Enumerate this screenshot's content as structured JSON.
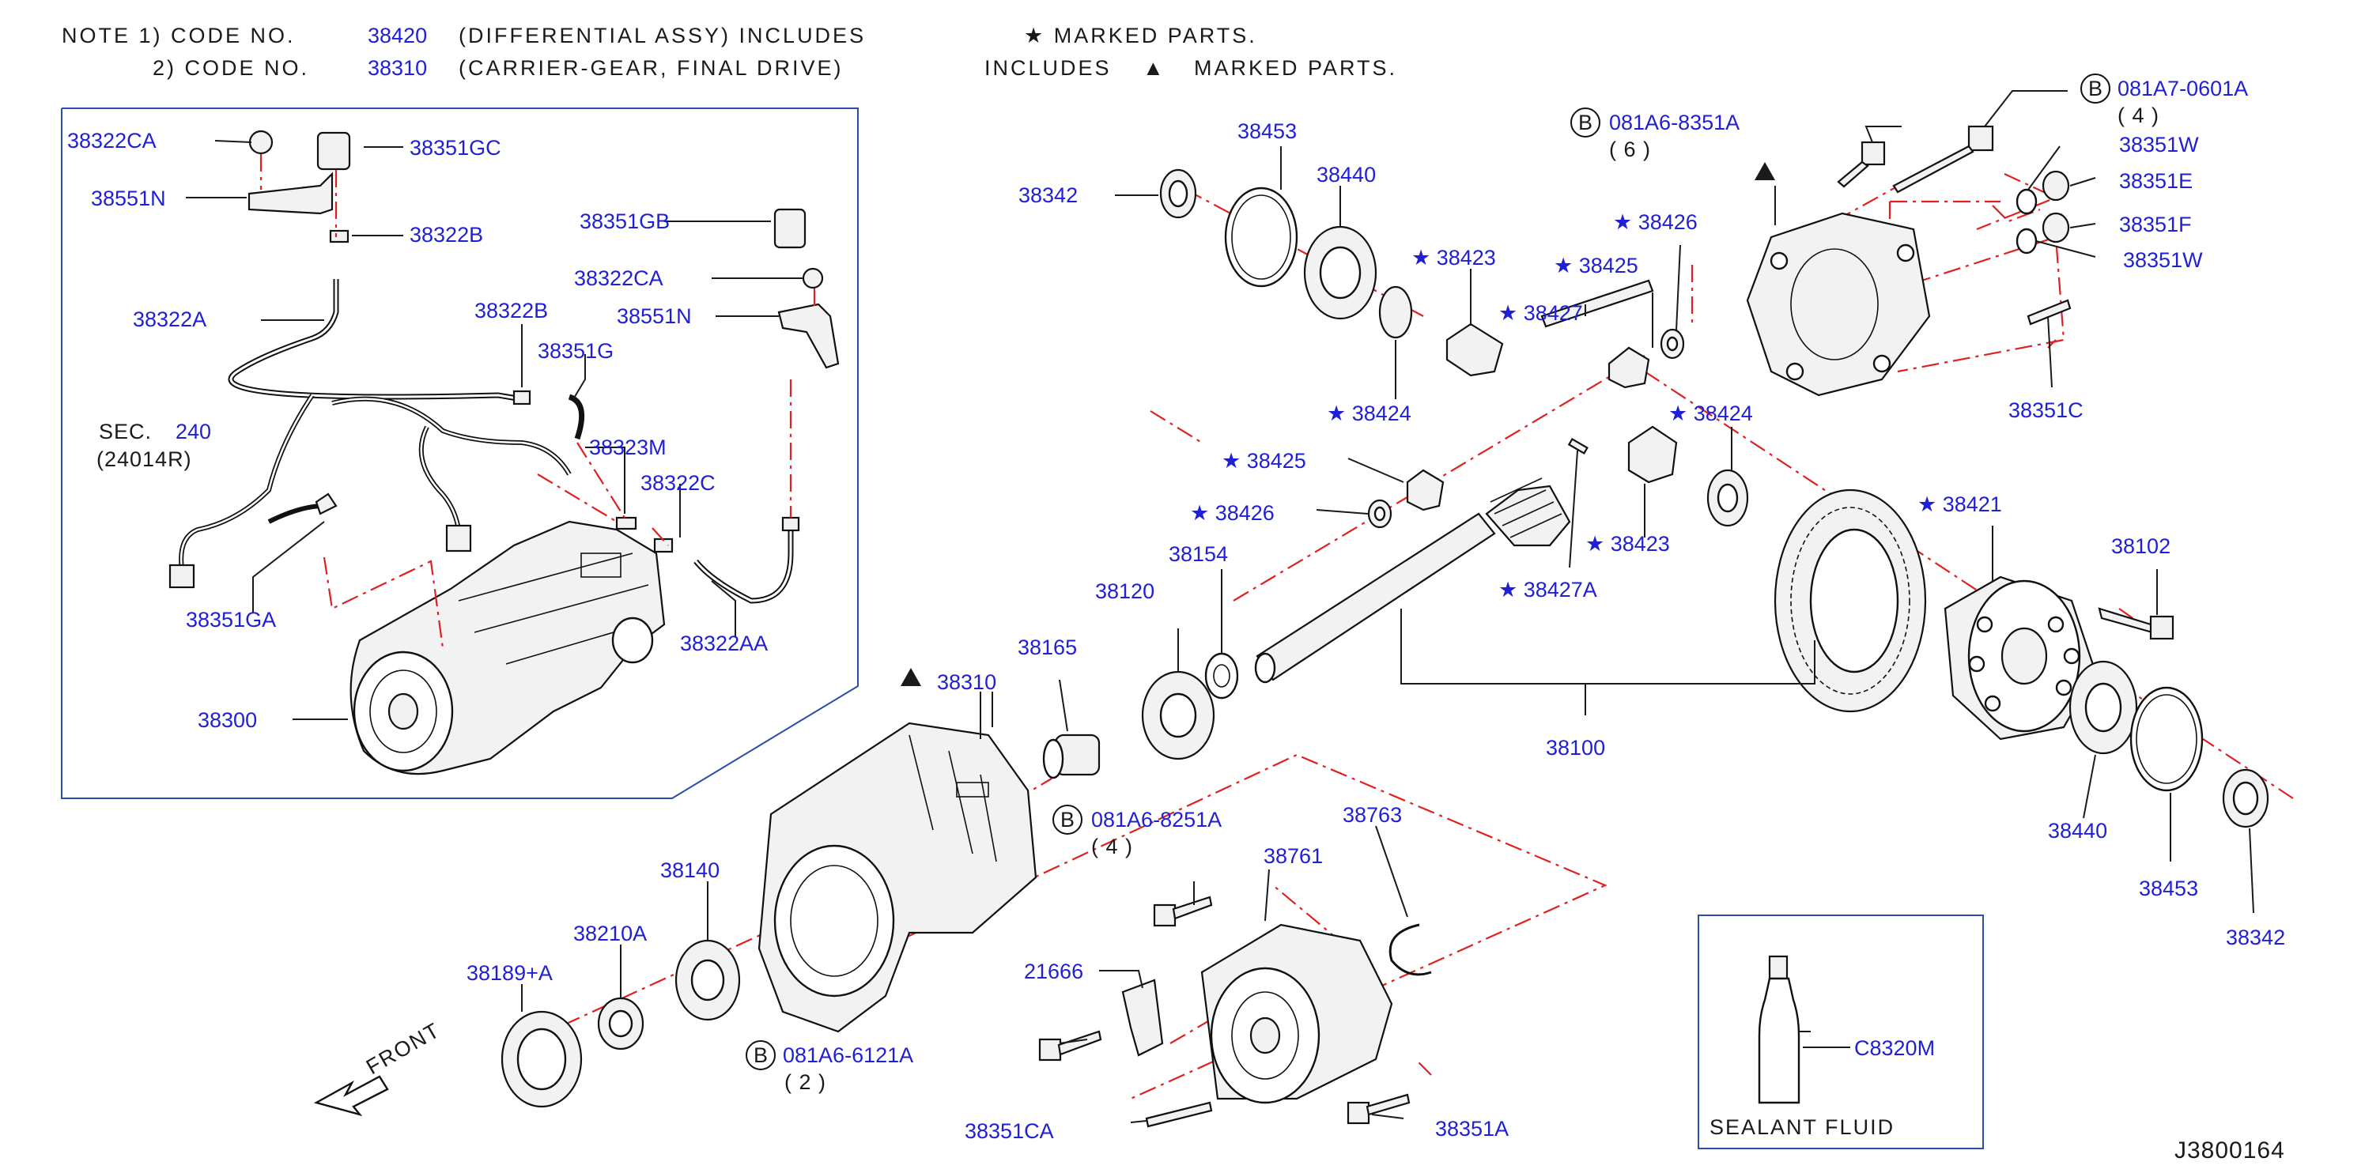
{
  "notes": {
    "note1_prefix": "NOTE 1) CODE NO.",
    "note1_code": "38420",
    "note1_text": "(DIFFERENTIAL ASSY) INCLUDES",
    "note1_marked": "★ MARKED PARTS.",
    "note2_prefix": "2) CODE NO.",
    "note2_code": "38310",
    "note2_text": "(CARRIER-GEAR, FINAL DRIVE)",
    "note2_includes": "INCLUDES",
    "note2_triangle": "▲",
    "note2_marked": "MARKED PARTS."
  },
  "inset": {
    "sec_prefix": "SEC.",
    "sec_number": "240",
    "sec_ref": "(24014R)",
    "labels": {
      "l38322CA_1": "38322CA",
      "l38351GC": "38351GC",
      "l38551N_1": "38551N",
      "l38322B_1": "38322B",
      "l38351GB": "38351GB",
      "l38322CA_2": "38322CA",
      "l38551N_2": "38551N",
      "l38322A": "38322A",
      "l38322B_2": "38322B",
      "l38351G": "38351G",
      "l38323M": "38323M",
      "l38322C": "38322C",
      "l38351GA": "38351GA",
      "l38322AA": "38322AA",
      "l38300": "38300"
    }
  },
  "labels": {
    "l38453_top": "38453",
    "l38440_top": "38440",
    "l38342_top": "38342",
    "l38423_top": "★ 38423",
    "l38425_top": "★ 38425",
    "l38426_top": "★ 38426",
    "l38427": "★ 38427",
    "l38424_left": "★ 38424",
    "l38424_right": "★ 38424",
    "l38425_mid": "★ 38425",
    "l38426_mid": "★ 38426",
    "l38423_mid": "★ 38423",
    "l38427A": "★ 38427A",
    "l38154": "38154",
    "l38120": "38120",
    "l38165": "38165",
    "l38310": "38310",
    "l38100": "38100",
    "l38421": "★ 38421",
    "l38102": "38102",
    "l38440_right": "38440",
    "l38453_right": "38453",
    "l38342_right": "38342",
    "l38140": "38140",
    "l38210A": "38210A",
    "l38189A": "38189+A",
    "l38761": "38761",
    "l38763": "38763",
    "l21666": "21666",
    "l38351CA": "38351CA",
    "l38351A": "38351A",
    "l38351W_1": "38351W",
    "l38351E": "38351E",
    "l38351F": "38351F",
    "l38351W_2": "38351W",
    "l38351C": "38351C",
    "front": "FRONT"
  },
  "bolts": {
    "b8351_code": "081A6-8351A",
    "b8351_qty": "( 6 )",
    "b0601_code": "081A7-0601A",
    "b0601_qty": "( 4 )",
    "b8251_code": "081A6-8251A",
    "b8251_qty": "( 4 )",
    "b6121_code": "081A6-6121A",
    "b6121_qty": "( 2 )",
    "badge": "B"
  },
  "sealant": {
    "part": "C8320M",
    "caption": "SEALANT  FLUID"
  },
  "diagram_id": "J3800164",
  "colors": {
    "label_blue": "#1f1fd6",
    "dash_red": "#e02020",
    "frame_blue": "#2a4fa8",
    "ink": "#1a1a1a"
  }
}
